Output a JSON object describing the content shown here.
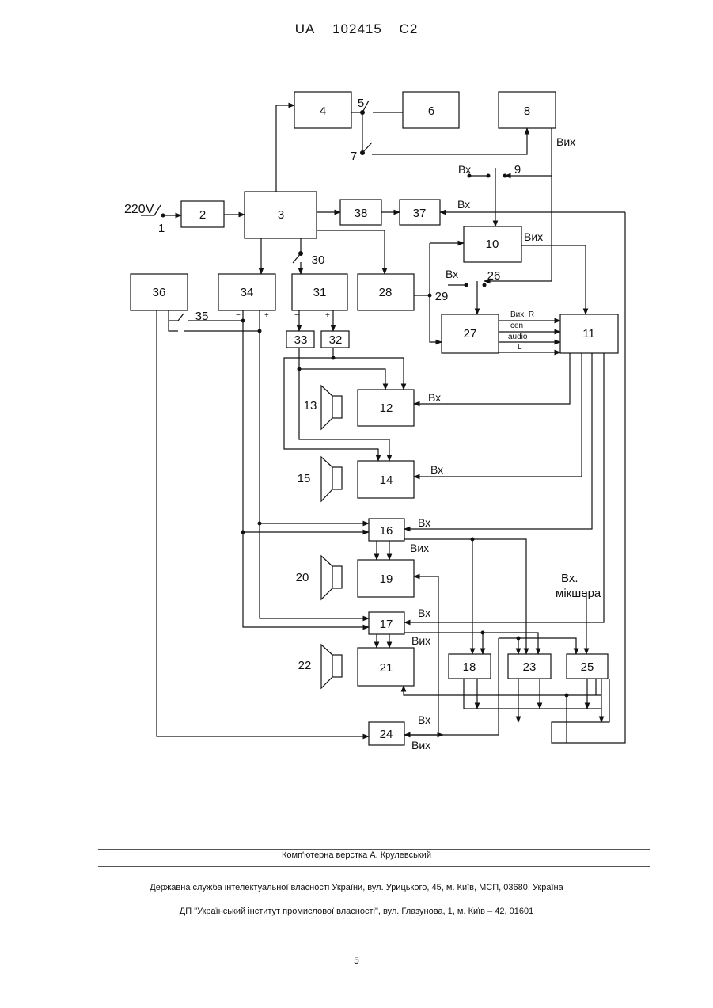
{
  "header": {
    "country": "UA",
    "number": "102415",
    "kind": "C2"
  },
  "diagram": {
    "blocks": [
      "1",
      "2",
      "3",
      "4",
      "5",
      "6",
      "7",
      "8",
      "9",
      "10",
      "11",
      "12",
      "13",
      "14",
      "15",
      "16",
      "17",
      "18",
      "19",
      "20",
      "21",
      "22",
      "23",
      "24",
      "25",
      "26",
      "27",
      "28",
      "29",
      "30",
      "31",
      "32",
      "33",
      "34",
      "35",
      "36",
      "37",
      "38"
    ],
    "labels": {
      "voltage": "220V",
      "in": "Вх",
      "out": "Вих",
      "out_r": "Вих. R",
      "cen": "cen",
      "audio": "audio",
      "l": "L",
      "mixer_in_1": "Вх.",
      "mixer_in_2": "мікшера",
      "minus": "−",
      "plus": "+"
    }
  },
  "footer": {
    "layout": "Комп'ютерна верстка А. Крулевський",
    "service": "Державна служба інтелектуальної власності України, вул. Урицького, 45, м. Київ, МСП, 03680, Україна",
    "institute": "ДП \"Український інститут промислової власності\", вул. Глазунова, 1, м. Київ – 42, 01601"
  },
  "page_number": "5"
}
